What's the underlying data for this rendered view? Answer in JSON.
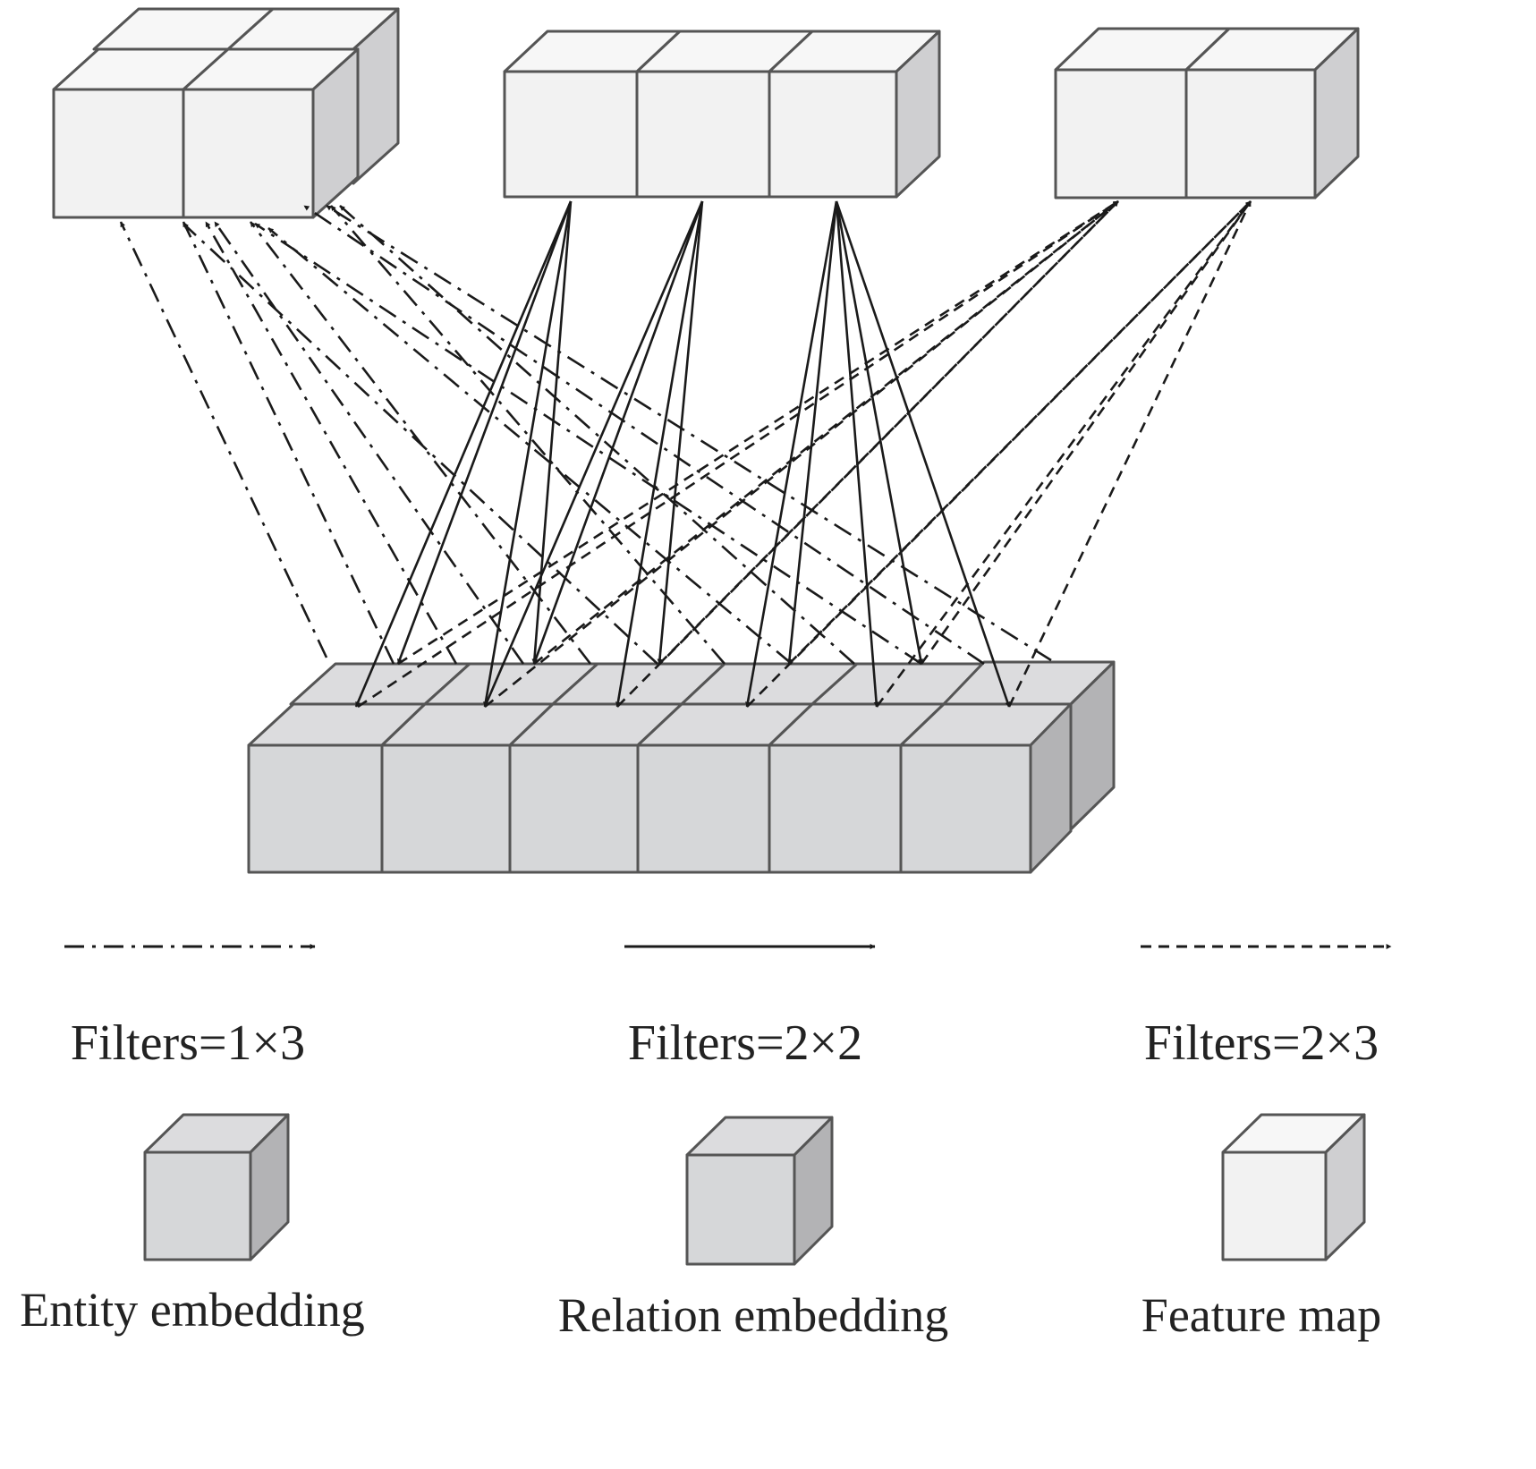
{
  "colors": {
    "outline": "#555555",
    "arrow": "#1a1a1a",
    "feature_front": "#f2f2f2",
    "feature_top": "#f7f7f7",
    "feature_side": "#cfcfd1",
    "embedding_front": "#d6d7d9",
    "embedding_top": "#dcdcde",
    "embedding_side": "#b3b3b5"
  },
  "filters": [
    {
      "id": "f1x3",
      "label": "Filters=1×3",
      "line_style": "dash-dot"
    },
    {
      "id": "f2x2",
      "label": "Filters=2×2",
      "line_style": "solid"
    },
    {
      "id": "f2x3",
      "label": "Filters=2×3",
      "line_style": "dashed"
    }
  ],
  "legend": {
    "entity": {
      "label": "Entity embedding",
      "icon": "entity-embedding-cube"
    },
    "relation": {
      "label": "Relation embedding",
      "icon": "relation-embedding-cube"
    },
    "feature": {
      "label": "Feature map",
      "icon": "feature-map-cube"
    }
  },
  "blocks": {
    "input": {
      "rows": 2,
      "columns": 6
    },
    "map_1x3": {
      "rows": 2,
      "columns": 2
    },
    "map_2x2": {
      "rows": 1,
      "columns": 3
    },
    "map_2x3": {
      "rows": 1,
      "columns": 2
    }
  }
}
